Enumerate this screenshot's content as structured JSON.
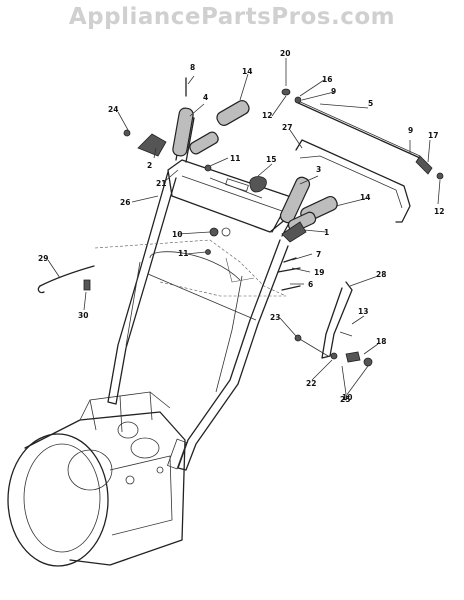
{
  "header": {
    "site_title": "AppliancePartsPros.com"
  },
  "callouts": [
    {
      "id": "c1",
      "label": "1"
    },
    {
      "id": "c2",
      "label": "2"
    },
    {
      "id": "c3",
      "label": "3"
    },
    {
      "id": "c4",
      "label": "4"
    },
    {
      "id": "c5",
      "label": "5"
    },
    {
      "id": "c6",
      "label": "6"
    },
    {
      "id": "c7",
      "label": "7"
    },
    {
      "id": "c8",
      "label": "8"
    },
    {
      "id": "c9a",
      "label": "9"
    },
    {
      "id": "c9b",
      "label": "9"
    },
    {
      "id": "c10a",
      "label": "10"
    },
    {
      "id": "c10b",
      "label": "10"
    },
    {
      "id": "c11a",
      "label": "11"
    },
    {
      "id": "c11b",
      "label": "11"
    },
    {
      "id": "c12a",
      "label": "12"
    },
    {
      "id": "c12b",
      "label": "12"
    },
    {
      "id": "c13",
      "label": "13"
    },
    {
      "id": "c14a",
      "label": "14"
    },
    {
      "id": "c14b",
      "label": "14"
    },
    {
      "id": "c15",
      "label": "15"
    },
    {
      "id": "c16",
      "label": "16"
    },
    {
      "id": "c17",
      "label": "17"
    },
    {
      "id": "c18",
      "label": "18"
    },
    {
      "id": "c19",
      "label": "19"
    },
    {
      "id": "c20",
      "label": "20"
    },
    {
      "id": "c21",
      "label": "21"
    },
    {
      "id": "c22",
      "label": "22"
    },
    {
      "id": "c23",
      "label": "23"
    },
    {
      "id": "c24",
      "label": "24"
    },
    {
      "id": "c25",
      "label": "25"
    },
    {
      "id": "c26",
      "label": "26"
    },
    {
      "id": "c27",
      "label": "27"
    },
    {
      "id": "c28",
      "label": "28"
    },
    {
      "id": "c29",
      "label": "29"
    },
    {
      "id": "c30",
      "label": "30"
    }
  ]
}
